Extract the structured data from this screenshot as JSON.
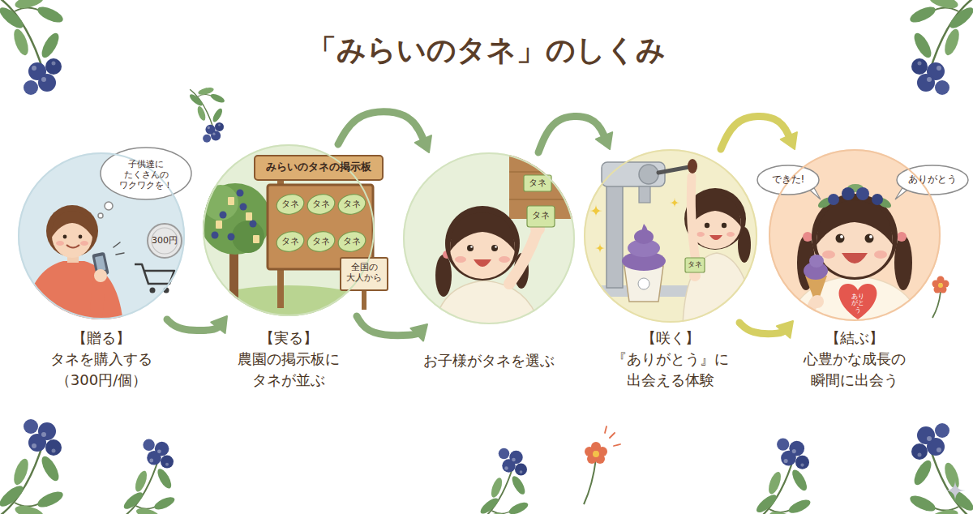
{
  "diagram": {
    "title": "「みらいのタネ」のしくみ",
    "nodes": [
      {
        "text": [
          "【贈る】",
          "タネを購入する （300円/個）"
        ]
      },
      {
        "text": [
          "【実る】",
          "農園の掲示板に タネが並ぶ"
        ]
      },
      {
        "text": [
          "お子様がタネを選ぶ"
        ]
      },
      {
        "text": [
          "【咲く】",
          "『ありがとう』に 出会える体験"
        ]
      },
      {
        "text": [
          "【結ぶ】",
          "心豊かな成長の 瞬間に出会う"
        ]
      }
    ],
    "edges": [
      {
        "from": 0,
        "to": 1,
        "arrow": "to"
      },
      {
        "from": 1,
        "to": 2,
        "arrow": "to"
      },
      {
        "from": 1,
        "to": 2,
        "arrow": "to"
      },
      {
        "from": 2,
        "to": 3,
        "arrow": "to"
      },
      {
        "from": 3,
        "to": 4,
        "arrow": "to"
      },
      {
        "from": 3,
        "to": 4,
        "arrow": "to"
      }
    ],
    "labels": [
      "子供達に たくさんの ワクワクを！",
      "300円",
      "みらいのタネの掲示板",
      "タネ",
      "タネ",
      "タネ",
      "タネ",
      "タネ",
      "タネ",
      "全国の 大人から",
      "タネ",
      "タネ",
      "タネ",
      "できた!",
      "ありがとう",
      "ありがとう"
    ]
  }
}
